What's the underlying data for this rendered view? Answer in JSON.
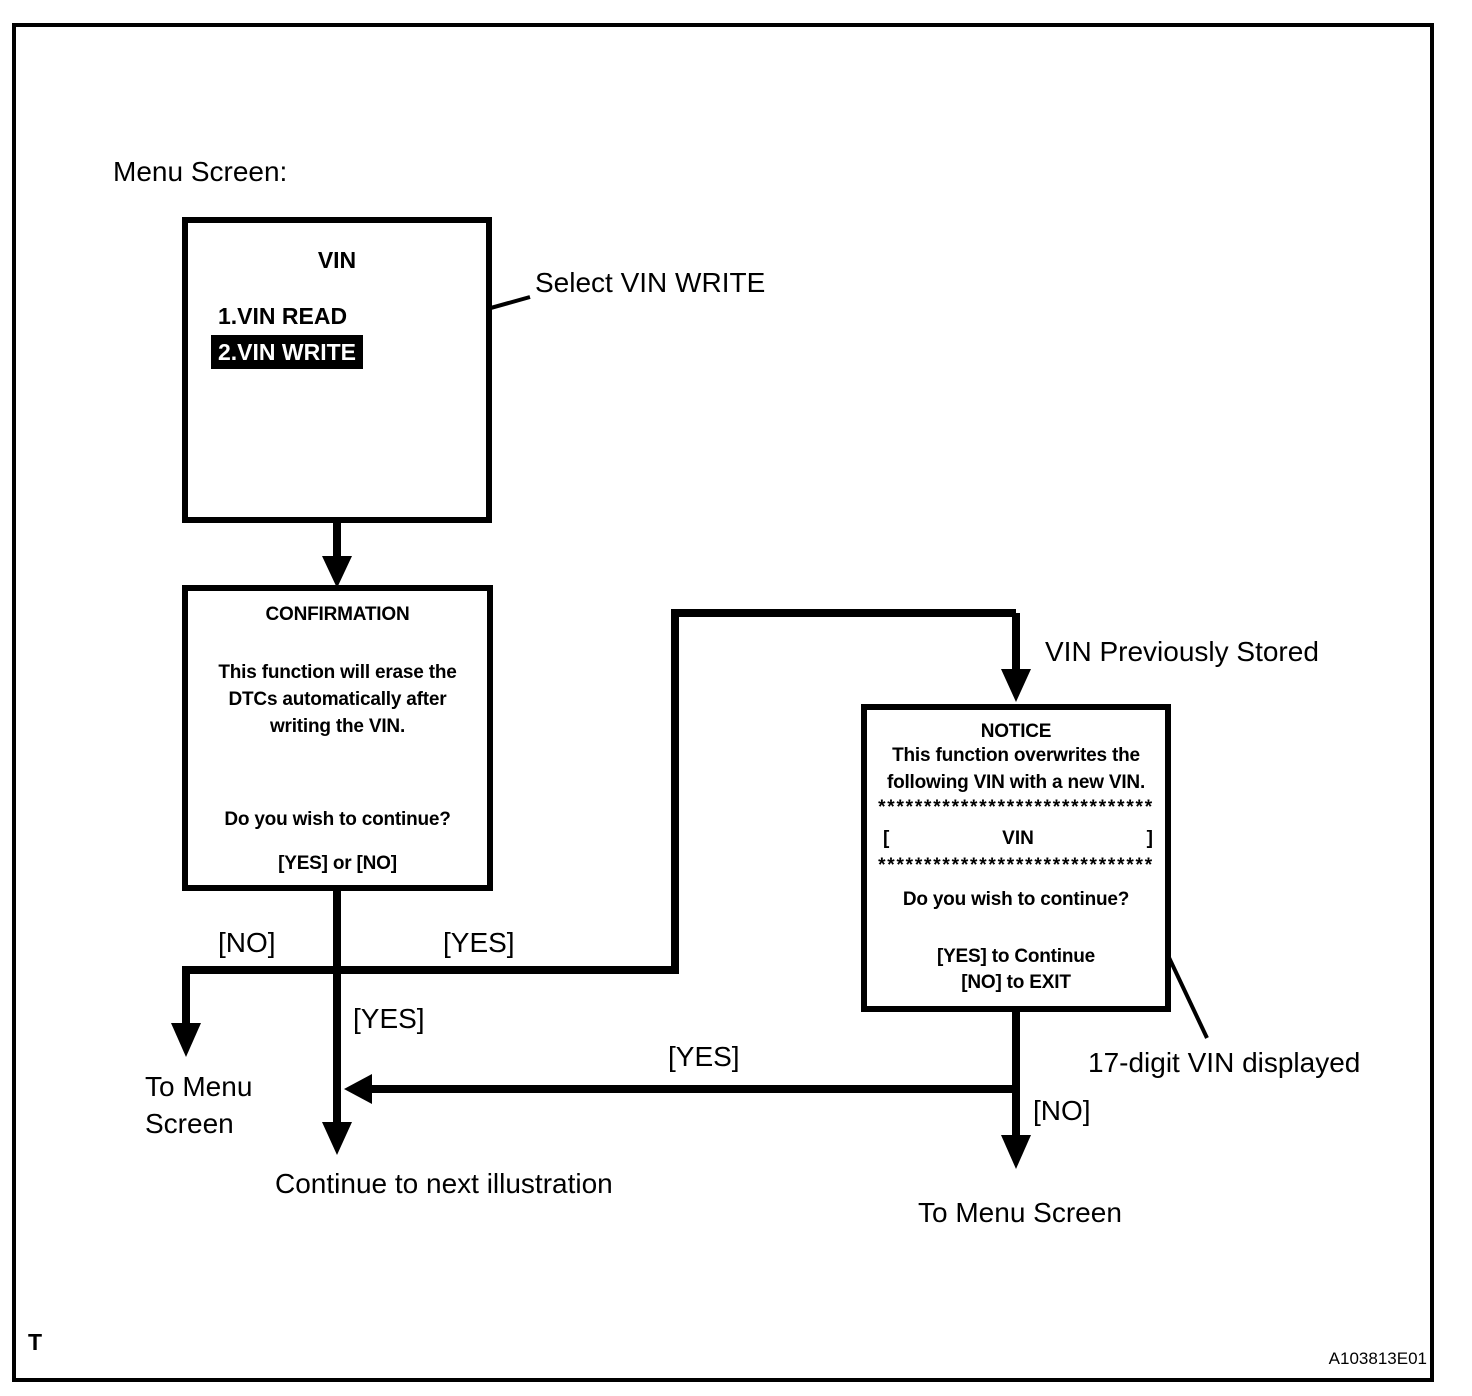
{
  "colors": {
    "ink": "#000000",
    "paper": "#ffffff",
    "highlight_bg": "#000000",
    "highlight_text": "#ffffff"
  },
  "header": {
    "menu_screen_label": "Menu Screen:"
  },
  "vin_menu_box": {
    "title": "VIN",
    "items": [
      {
        "label": "1.VIN READ",
        "highlighted": false
      },
      {
        "label": "2.VIN WRITE",
        "highlighted": true
      }
    ]
  },
  "confirmation_box": {
    "title": "CONFIRMATION",
    "body_lines": [
      "This function will erase the",
      "DTCs automatically after",
      "writing the VIN."
    ],
    "question": "Do you wish to continue?",
    "options": "[YES] or [NO]"
  },
  "notice_box": {
    "title": "NOTICE",
    "body_lines": [
      "This function overwrites the",
      "following VIN with a new VIN."
    ],
    "stars": "******************************",
    "vin_row": {
      "open": "[",
      "label": "VIN",
      "close": "]"
    },
    "question": "Do you wish to continue?",
    "yes_line": "[YES] to Continue",
    "no_line": "[NO] to EXIT"
  },
  "annotations": {
    "select_vin_write": "Select VIN WRITE",
    "vin_previously_stored": "VIN Previously Stored",
    "seventeen_digit_vin": "17-digit VIN displayed"
  },
  "branch_labels": {
    "no_left": "[NO]",
    "yes_right": "[YES]",
    "yes_down": "[YES]",
    "yes_long": "[YES]",
    "no_right": "[NO]"
  },
  "terminals": {
    "to_menu_left_line1": "To Menu",
    "to_menu_left_line2": "Screen",
    "continue_next": "Continue to next illustration",
    "to_menu_right": "To Menu Screen"
  },
  "footer": {
    "page_marker": "T",
    "figure_code": "A103813E01"
  }
}
